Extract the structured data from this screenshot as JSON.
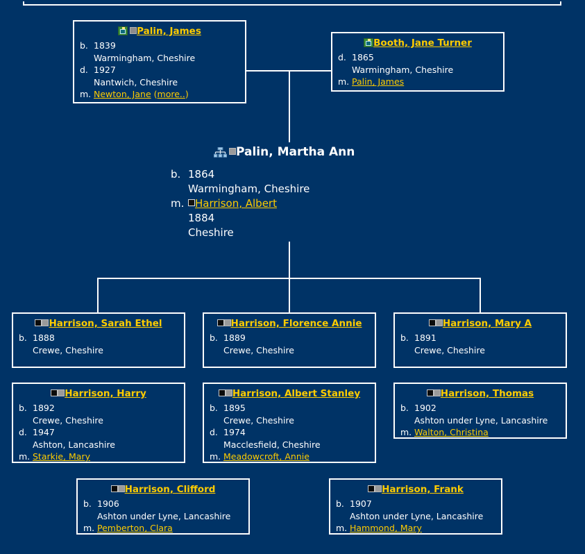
{
  "page": {
    "background_color": "#003366",
    "line_color": "#ffffff",
    "link_color": "#ffcc00",
    "text_color": "#ffffff"
  },
  "labels": {
    "birth": "b.",
    "death": "d.",
    "marriage": "m.",
    "more": "more..",
    "paren_open": "(",
    "paren_close": ")"
  },
  "icons": {
    "photo": "photo-icon",
    "pedigree": "pedigree-tree-icon",
    "male_square": "male-gender-square-icon",
    "female_square": "female-gender-square-icon"
  },
  "father": {
    "name": "Palin, James",
    "birth_year": "1839",
    "birth_place": "Warmingham, Cheshire",
    "death_year": "1927",
    "death_place": "Nantwich, Cheshire",
    "spouse": "Newton, Jane",
    "more_label": "more.."
  },
  "mother": {
    "name": "Booth, Jane Turner",
    "death_year": "1865",
    "death_place": "Warmingham, Cheshire",
    "spouse": "Palin, James"
  },
  "focal": {
    "name": "Palin, Martha Ann",
    "birth_year": "1864",
    "birth_place": "Warmingham, Cheshire",
    "spouse": "Harrison, Albert",
    "marriage_year": "1884",
    "marriage_place": "Cheshire"
  },
  "children": [
    {
      "name": "Harrison, Sarah Ethel",
      "birth_year": "1888",
      "birth_place": "Crewe, Cheshire"
    },
    {
      "name": "Harrison, Florence Annie",
      "birth_year": "1889",
      "birth_place": "Crewe, Cheshire"
    },
    {
      "name": "Harrison, Mary A",
      "birth_year": "1891",
      "birth_place": "Crewe, Cheshire"
    },
    {
      "name": "Harrison, Harry",
      "birth_year": "1892",
      "birth_place": "Crewe, Cheshire",
      "death_year": "1947",
      "death_place": "Ashton, Lancashire",
      "spouse": "Starkie, Mary"
    },
    {
      "name": "Harrison, Albert Stanley",
      "birth_year": "1895",
      "birth_place": "Crewe, Cheshire",
      "death_year": "1974",
      "death_place": "Macclesfield, Cheshire",
      "spouse": "Meadowcroft, Annie"
    },
    {
      "name": "Harrison, Thomas",
      "birth_year": "1902",
      "birth_place": "Ashton under Lyne, Lancashire",
      "spouse": "Walton, Christina"
    },
    {
      "name": "Harrison, Clifford",
      "birth_year": "1906",
      "birth_place": "Ashton under Lyne, Lancashire",
      "spouse": "Pemberton, Clara"
    },
    {
      "name": "Harrison, Frank",
      "birth_year": "1907",
      "birth_place": "Ashton under Lyne, Lancashire",
      "spouse": "Hammond, Mary"
    }
  ]
}
